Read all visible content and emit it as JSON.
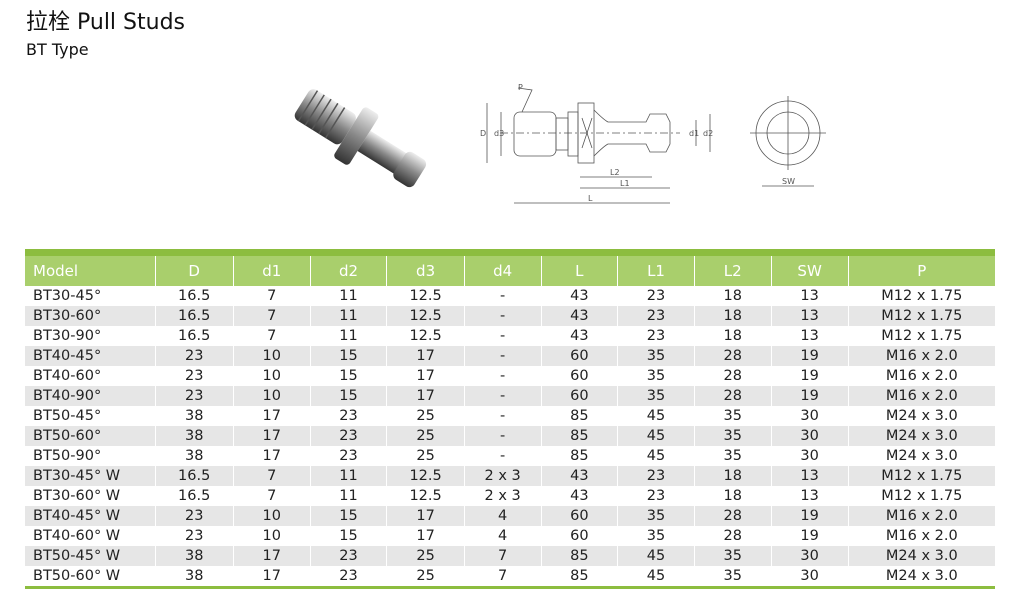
{
  "title": "拉栓 Pull Studs",
  "subtitle": "BT Type",
  "drawing_labels": {
    "P": "P",
    "D": "D",
    "d3": "d3",
    "d1": "d1",
    "d2": "d2",
    "L2": "L2",
    "L1": "L1",
    "L": "L",
    "SW": "SW"
  },
  "colors": {
    "accent": "#8cbd3f",
    "header": "#a9cf6c",
    "row_alt": "#e6e6e6"
  },
  "table": {
    "headers": [
      "Model",
      "D",
      "d1",
      "d2",
      "d3",
      "d4",
      "L",
      "L1",
      "L2",
      "SW",
      "P"
    ],
    "rows": [
      [
        "BT30-45°",
        "16.5",
        "7",
        "11",
        "12.5",
        "-",
        "43",
        "23",
        "18",
        "13",
        "M12 x 1.75"
      ],
      [
        "BT30-60°",
        "16.5",
        "7",
        "11",
        "12.5",
        "-",
        "43",
        "23",
        "18",
        "13",
        "M12 x 1.75"
      ],
      [
        "BT30-90°",
        "16.5",
        "7",
        "11",
        "12.5",
        "-",
        "43",
        "23",
        "18",
        "13",
        "M12 x 1.75"
      ],
      [
        "BT40-45°",
        "23",
        "10",
        "15",
        "17",
        "-",
        "60",
        "35",
        "28",
        "19",
        "M16 x 2.0"
      ],
      [
        "BT40-60°",
        "23",
        "10",
        "15",
        "17",
        "-",
        "60",
        "35",
        "28",
        "19",
        "M16 x 2.0"
      ],
      [
        "BT40-90°",
        "23",
        "10",
        "15",
        "17",
        "-",
        "60",
        "35",
        "28",
        "19",
        "M16 x 2.0"
      ],
      [
        "BT50-45°",
        "38",
        "17",
        "23",
        "25",
        "-",
        "85",
        "45",
        "35",
        "30",
        "M24 x 3.0"
      ],
      [
        "BT50-60°",
        "38",
        "17",
        "23",
        "25",
        "-",
        "85",
        "45",
        "35",
        "30",
        "M24 x 3.0"
      ],
      [
        "BT50-90°",
        "38",
        "17",
        "23",
        "25",
        "-",
        "85",
        "45",
        "35",
        "30",
        "M24 x 3.0"
      ],
      [
        "BT30-45° W",
        "16.5",
        "7",
        "11",
        "12.5",
        "2 x 3",
        "43",
        "23",
        "18",
        "13",
        "M12 x 1.75"
      ],
      [
        "BT30-60° W",
        "16.5",
        "7",
        "11",
        "12.5",
        "2 x 3",
        "43",
        "23",
        "18",
        "13",
        "M12 x 1.75"
      ],
      [
        "BT40-45° W",
        "23",
        "10",
        "15",
        "17",
        "4",
        "60",
        "35",
        "28",
        "19",
        "M16 x 2.0"
      ],
      [
        "BT40-60° W",
        "23",
        "10",
        "15",
        "17",
        "4",
        "60",
        "35",
        "28",
        "19",
        "M16 x 2.0"
      ],
      [
        "BT50-45° W",
        "38",
        "17",
        "23",
        "25",
        "7",
        "85",
        "45",
        "35",
        "30",
        "M24 x 3.0"
      ],
      [
        "BT50-60° W",
        "38",
        "17",
        "23",
        "25",
        "7",
        "85",
        "45",
        "35",
        "30",
        "M24 x 3.0"
      ]
    ]
  }
}
